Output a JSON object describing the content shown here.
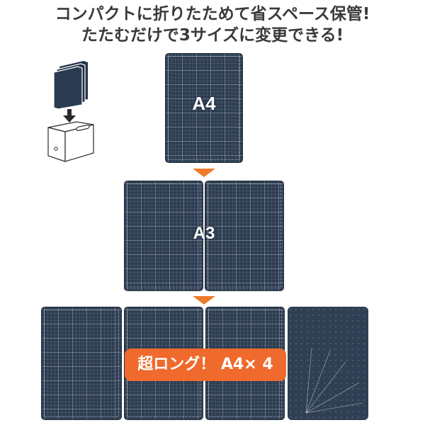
{
  "headline": {
    "line1": "コンパクトに折りたためて省スペース保管!",
    "line2": "たたむだけで3サイズに変更できる!"
  },
  "sizes": {
    "a4": "A4",
    "a3": "A3"
  },
  "badge": {
    "text": "超ロング！ A4× 4"
  },
  "colors": {
    "mat": "#2d3d52",
    "arrow": "#f07a2a",
    "badge": "#ef6a2c",
    "heading": "#3a3a3a"
  },
  "icons": [
    "folded-mat-icon",
    "down-arrow-icon",
    "storage-box-icon"
  ]
}
